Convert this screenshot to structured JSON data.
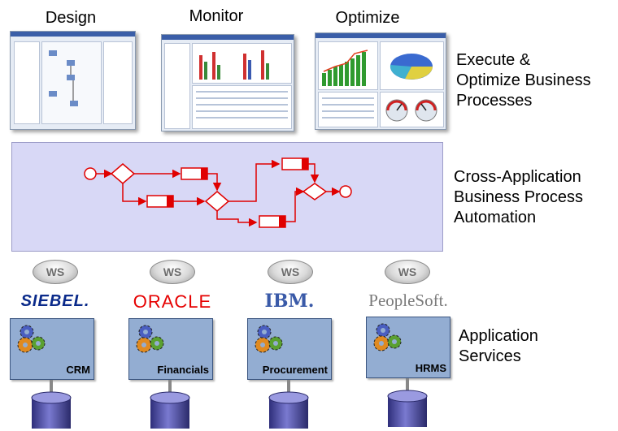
{
  "top_labels": [
    "Design",
    "Monitor",
    "Optimize"
  ],
  "side_labels": {
    "execute": [
      "Execute &",
      "Optimize Business",
      "Processes"
    ],
    "cross_app": [
      "Cross-Application",
      "Business Process",
      "Automation"
    ],
    "app_services": [
      "Application",
      "Services"
    ]
  },
  "ws_badges": [
    "WS",
    "WS",
    "WS",
    "WS"
  ],
  "vendors": {
    "siebel": "SIEBEL.",
    "oracle": "ORACLE",
    "ibm": "IBM.",
    "peoplesoft": "PeopleSoft."
  },
  "apps": [
    "CRM",
    "Financials",
    "Procurement",
    "HRMS"
  ],
  "colors": {
    "process_band": "#d8d8f6",
    "process_flow": "#e00000",
    "app_box": "#93add2",
    "siebel_blue": "#0a2a8a",
    "oracle_red": "#e60000",
    "ibm_blue": "#3a5aa8",
    "peoplesoft_gray": "#7a7a7a"
  }
}
